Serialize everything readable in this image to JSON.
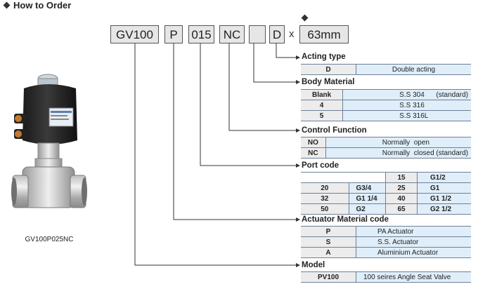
{
  "heading": "How to Order",
  "code_boxes": [
    "GV100",
    "P",
    "015",
    "NC",
    "",
    "D",
    "63mm"
  ],
  "multiply_sign": "x",
  "product_caption": "GV100P025NC",
  "sections": {
    "acting_type": {
      "title": "Acting type",
      "rows": [
        {
          "key": "D",
          "value": "Double acting"
        }
      ]
    },
    "body_material": {
      "title": "Body Material",
      "rows": [
        {
          "key": "Blank",
          "value": "S.S 304      (standard)"
        },
        {
          "key": "4",
          "value": "S.S 316"
        },
        {
          "key": "5",
          "value": "S.S 316L"
        }
      ]
    },
    "control_function": {
      "title": "Control Function",
      "rows": [
        {
          "key": "NO",
          "value": "Normally  open"
        },
        {
          "key": "NC",
          "value": "Normally  closed (standard)"
        }
      ]
    },
    "port_code": {
      "title": "Port code",
      "rows": [
        {
          "c1": "",
          "c2": "",
          "c3": "15",
          "c4": "G1/2"
        },
        {
          "c1": "20",
          "c2": "G3/4",
          "c3": "25",
          "c4": "G1"
        },
        {
          "c1": "32",
          "c2": "G1 1/4",
          "c3": "40",
          "c4": "G1 1/2"
        },
        {
          "c1": "50",
          "c2": "G2",
          "c3": "65",
          "c4": "G2 1/2"
        }
      ]
    },
    "actuator_material": {
      "title": "Actuator Material code",
      "rows": [
        {
          "key": "P",
          "value": "PA Actuator"
        },
        {
          "key": "S",
          "value": "S.S. Actuator"
        },
        {
          "key": "A",
          "value": "Aluminium Actuator"
        }
      ]
    },
    "model": {
      "title": "Model",
      "rows": [
        {
          "key": "PV100",
          "value": "100 seires Angle Seat Valve"
        }
      ]
    }
  }
}
